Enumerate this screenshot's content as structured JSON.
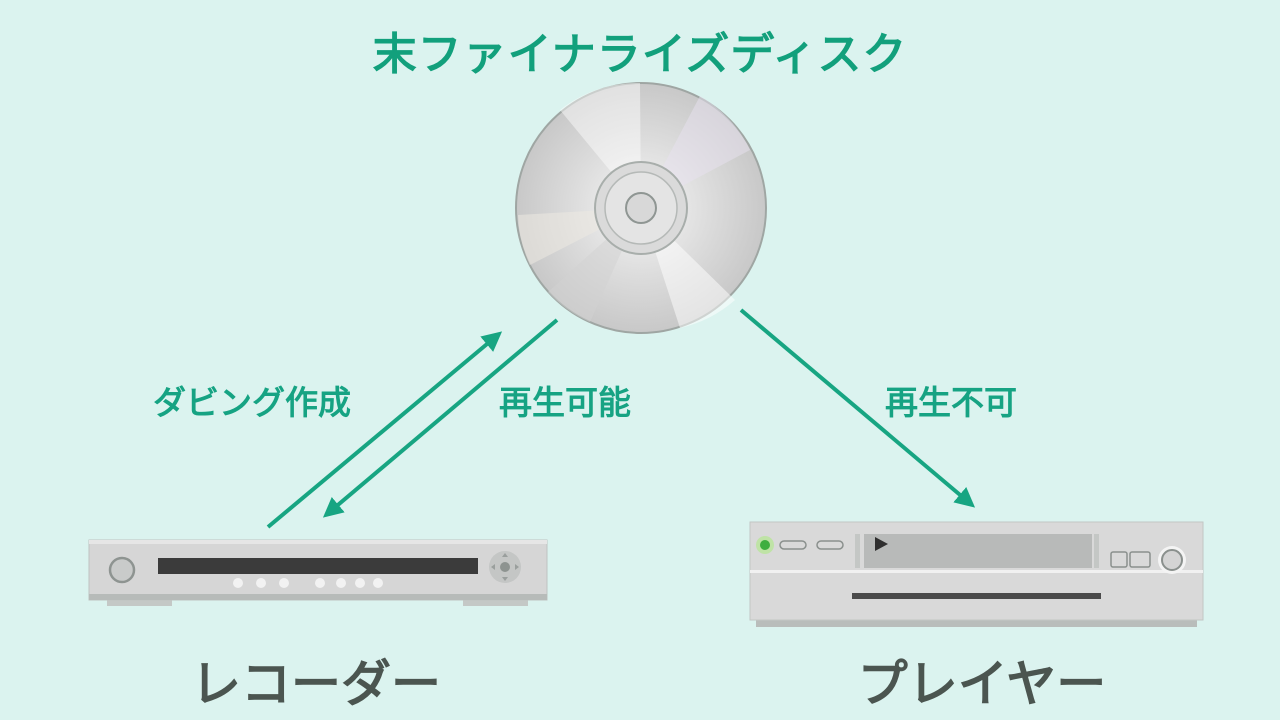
{
  "title": "末ファイナライズディスク",
  "arrows": {
    "dubbing": "ダビング作成",
    "playable": "再生可能",
    "unplayable": "再生不可"
  },
  "devices": {
    "recorder": "レコーダー",
    "player": "プレイヤー"
  },
  "colors": {
    "background": "#dbf3ef",
    "accent": "#12a07c",
    "arrow": "#17a582",
    "device_label": "#4b5550"
  },
  "icons": [
    "disc-icon",
    "recorder-icon",
    "player-icon",
    "play-icon"
  ]
}
